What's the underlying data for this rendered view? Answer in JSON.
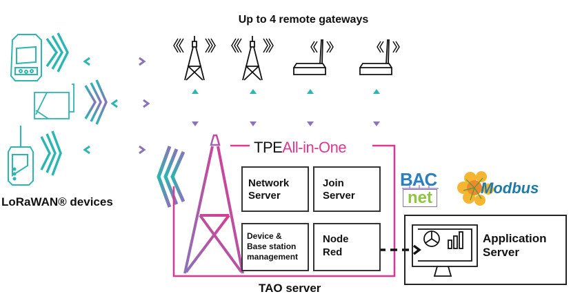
{
  "title": "Up to 4 remote gateways",
  "devices_label": "LoRaWAN® devices",
  "server_label": "TAO server",
  "product": {
    "prefix": "TPE",
    "name": "All-in-One"
  },
  "modules": {
    "network_server": [
      "Network",
      "Server"
    ],
    "join_server": [
      "Join",
      "Server"
    ],
    "device_mgmt": [
      "Device &",
      "Base station",
      "management"
    ],
    "node_red": [
      "Node",
      "Red"
    ]
  },
  "application_server": [
    "Application",
    "Server"
  ],
  "protocols": {
    "bacnet_top": "BAC",
    "bacnet_bottom": "net",
    "modbus": "Modbus"
  },
  "gateways": [
    "tower",
    "tower",
    "router",
    "router"
  ],
  "colors": {
    "teal": "#2bb6b0",
    "purple": "#8a73b8",
    "pink": "#e0368e",
    "black": "#222222"
  }
}
